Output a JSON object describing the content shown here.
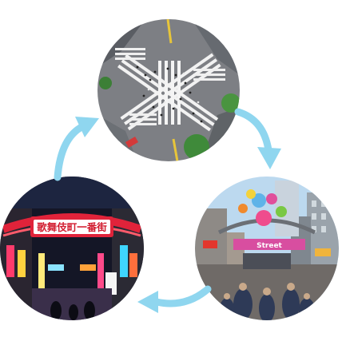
{
  "diagram": {
    "nodes": [
      {
        "id": "crossing",
        "kind": "photo"
      },
      {
        "id": "street",
        "kind": "photo"
      },
      {
        "id": "night",
        "kind": "photo"
      }
    ],
    "edges": [
      {
        "from": "crossing",
        "to": "street"
      },
      {
        "from": "street",
        "to": "night"
      },
      {
        "from": "night",
        "to": "crossing"
      }
    ]
  },
  "photos": {
    "night": {
      "sign_text": "歌舞伎町一番街"
    },
    "street": {
      "banner_text": "Street"
    }
  },
  "colors": {
    "arrow": "#8fd6ef",
    "sign_red": "#e0233a",
    "sky": "#bcd9ef",
    "asphalt": "#7d7f84"
  }
}
